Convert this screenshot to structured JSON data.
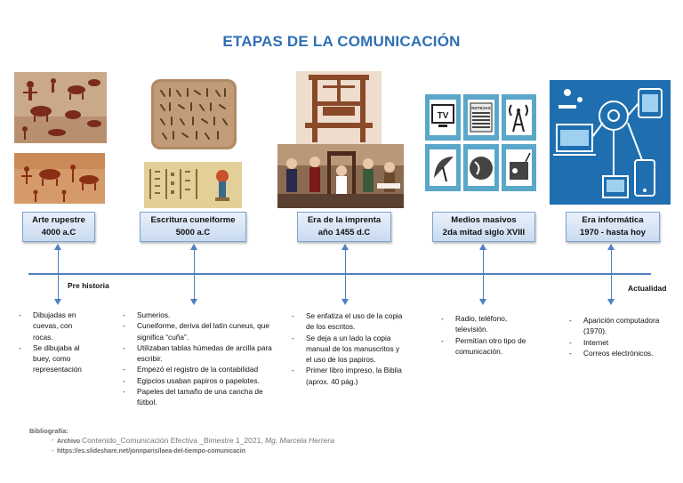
{
  "title": "ETAPAS DE LA COMUNICACIÓN",
  "axis": {
    "left_label": "Pre historia",
    "right_label": "Actualidad"
  },
  "stages": [
    {
      "name": "Arte rupestre",
      "date": "4000 a.C",
      "points": [
        "Dibujadas en cuevas, con rocas.",
        "Se dibujaba al buey, como representación"
      ]
    },
    {
      "name": "Escritura cuneiforme",
      "date": "5000 a.C",
      "points": [
        "Sumerios.",
        "Cuneiforme, deriva del latín cuneus, que significa “cuña”.",
        "Utilizaban tablas húmedas de arcilla para escribir.",
        "Empezó el registro de la contabilidad",
        "Egipcios usaban papiros o papelotes.",
        "Papeles del tamaño de una cancha de fútbol."
      ]
    },
    {
      "name": "Era de la imprenta",
      "date": "año 1455 d.C",
      "points": [
        "Se enfatiza el uso de la copia de los escritos.",
        "Se deja a un lado la copia manual de los manuscritos y el uso de los papiros.",
        "Primer libro impreso, la Biblia (aprox. 40 pág.)"
      ]
    },
    {
      "name": "Medios masivos",
      "date": "2da mitad siglo XVIII",
      "points": [
        "Radio, teléfono, televisión.",
        "Permitían otro tipo de comunicación."
      ]
    },
    {
      "name": "Era informática",
      "date": "1970 - hasta hoy",
      "points": [
        "Aparición computadora (1970).",
        "Internet",
        "Correos electrónicos."
      ]
    }
  ],
  "media_icons": {
    "tv": "TV",
    "news": "NOTICIAS"
  },
  "bibliography": {
    "label": "Bibliografía:",
    "entries": [
      {
        "prefix": "Archivo ",
        "text": "Contenido_Comunicación Efectiva _Bimestre 1_2021, ",
        "author": "Mg. Marcela Herrera"
      },
      {
        "prefix": "",
        "text": "https://es.slideshare.net/jonnparis/laea-del-tiempo-comunicacin",
        "author": ""
      }
    ]
  }
}
